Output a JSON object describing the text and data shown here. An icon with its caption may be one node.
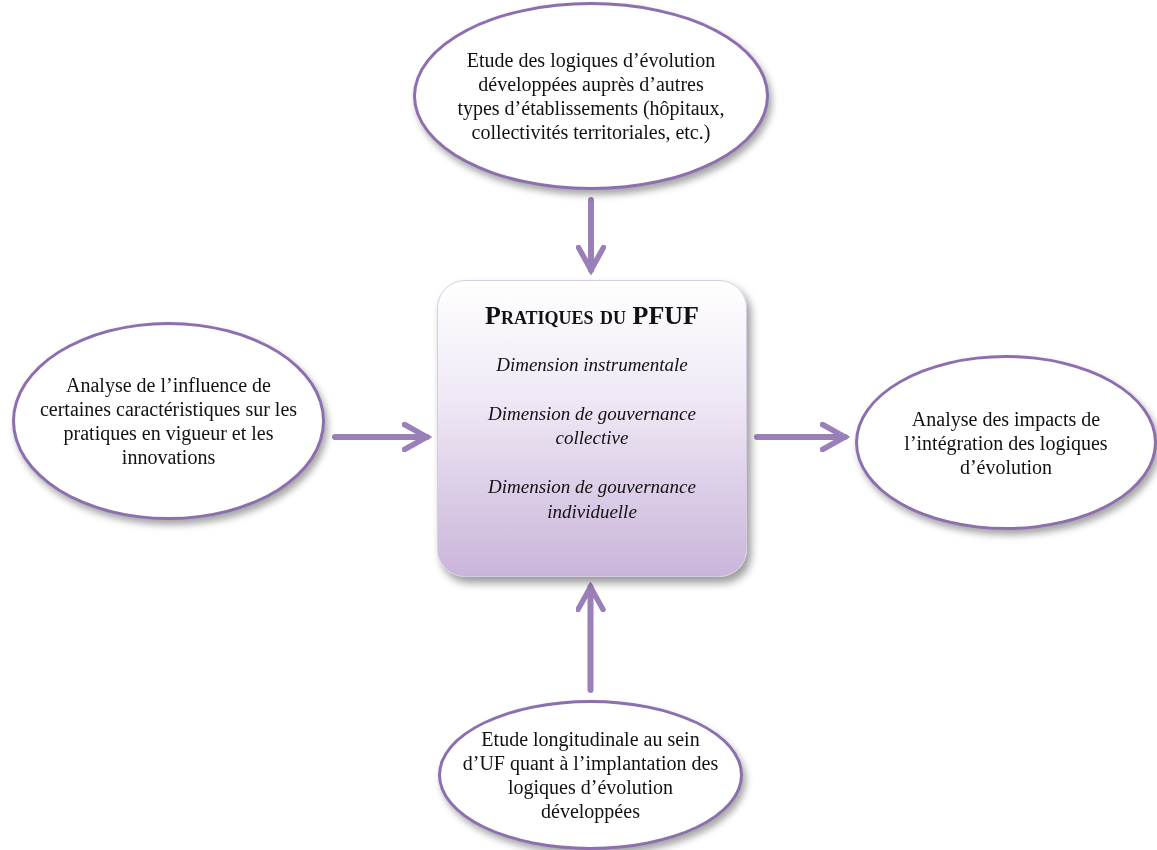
{
  "diagram": {
    "nodes": [
      {
        "text": [
          "Etude des logiques d’évolution développées auprès d’autres types d’établissements (hôpitaux, collectivités territoriales, etc.)"
        ]
      },
      {
        "text": [
          "Analyse de l’influence de certaines caractéristiques sur les pratiques en vigueur et les innovations"
        ]
      },
      {
        "text": [
          "Pratiques du PFUF",
          "Dimension instrumentale",
          "Dimension de gouvernance collective",
          "Dimension de gouvernance individuelle"
        ]
      },
      {
        "text": [
          "Analyse des impacts de l’intégration des logiques d’évolution"
        ]
      },
      {
        "text": [
          "Etude longitudinale au sein d’UF quant à l’implantation des logiques d’évolution développées"
        ]
      }
    ],
    "edges": [
      {
        "from": 0,
        "to": 2,
        "arrow": "to"
      },
      {
        "from": 1,
        "to": 2,
        "arrow": "to"
      },
      {
        "from": 2,
        "to": 3,
        "arrow": "to"
      },
      {
        "from": 4,
        "to": 2,
        "arrow": "to"
      }
    ]
  }
}
